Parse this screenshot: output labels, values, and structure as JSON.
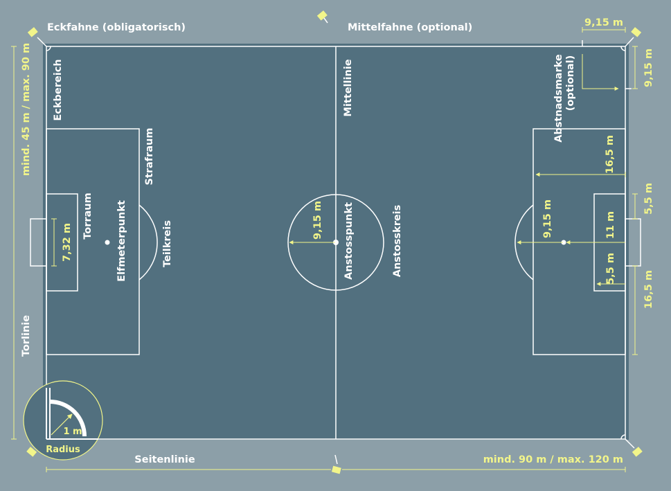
{
  "colors": {
    "background": "#8c9fa8",
    "pitch": "#52707f",
    "line": "#ffffff",
    "accent": "#f2f58a"
  },
  "labels": {
    "eckfahne": "Eckfahne (obligatorisch)",
    "mittelfahne": "Mittelfahne (optional)",
    "eckbereich": "Eckbereich",
    "mittellinie": "Mittellinie",
    "abstandsmarke_1": "Abstnadsmarke",
    "abstandsmarke_2": "(optional)",
    "strafraum": "Strafraum",
    "torraum": "Torraum",
    "elfmeterpunkt": "Elfmeterpunkt",
    "teilkreis": "Teilkreis",
    "anstosspunkt": "Anstosspunkt",
    "anstosskreis": "Anstosskreis",
    "torlinie": "Torlinie",
    "seitenlinie": "Seitenlinie",
    "radius": "Radius"
  },
  "measurements": {
    "width_range": "mind. 45 m / max. 90 m",
    "length_range": "mind. 90 m / max. 120 m",
    "corner_mark_horizontal": "9,15 m",
    "corner_mark_vertical": "9,15 m",
    "goal_width": "7,32 m",
    "center_radius": "9,15 m",
    "penalty_arc_radius": "9,15 m",
    "penalty_area_depth": "16,5 m",
    "penalty_spot_distance": "11 m",
    "goal_area_depth": "5,5 m",
    "goal_area_side": "5,5 m",
    "penalty_area_side": "16,5 m",
    "corner_radius": "1 m"
  }
}
